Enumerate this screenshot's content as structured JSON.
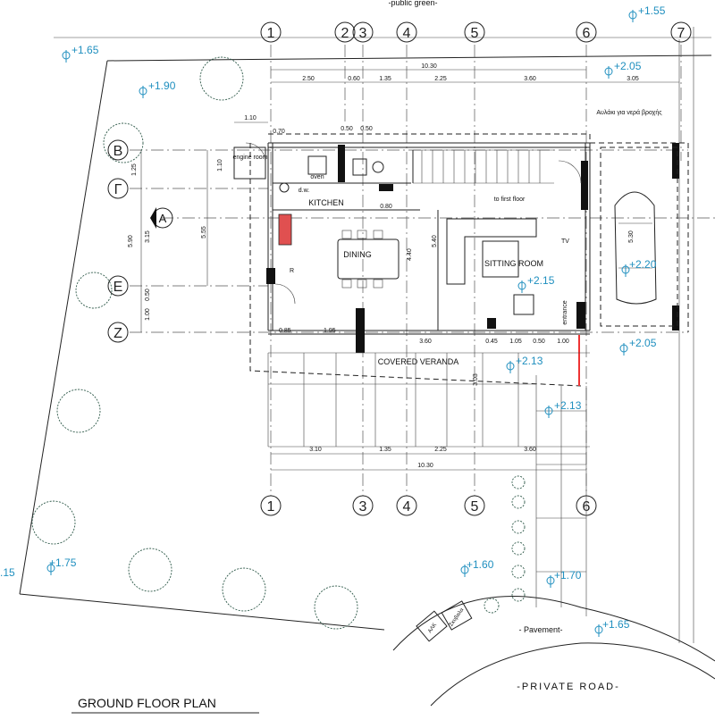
{
  "top_label": "-public green-",
  "title": "GROUND FLOOR PLAN",
  "road_label": "-PRIVATE ROAD-",
  "pavement_label": "- Pavement-",
  "grid_top": [
    "1",
    "2",
    "3",
    "4",
    "5",
    "6",
    "7"
  ],
  "grid_bottom": [
    "1",
    "3",
    "4",
    "5",
    "6"
  ],
  "grid_left": [
    "B",
    "Γ",
    "E",
    "Z"
  ],
  "section_marker": "A",
  "dims_top": {
    "total": "10.30",
    "segments": [
      "2.50",
      "0.60",
      "1.35",
      "2.25",
      "3.60",
      "3.05"
    ],
    "small_110": "1.10",
    "small_070": "0.70",
    "small_050a": "0.50",
    "small_050b": "0.50"
  },
  "dims_bottom": {
    "total": "10.30",
    "segments": [
      "3.10",
      "1.35",
      "2.25",
      "3.60"
    ]
  },
  "dims_left": {
    "d125": "1.25",
    "d110": "1.10",
    "d590": "5.90",
    "d315": "3.15",
    "d555": "5.55",
    "d050": "0.50",
    "d100": "1.00"
  },
  "dims_interior": {
    "d080": "0.80",
    "d440": "4.40",
    "d540": "5.40",
    "d530": "5.30",
    "d085": "0.85",
    "d195": "1.95",
    "d360": "3.60",
    "d045": "0.45",
    "d105": "1.05",
    "d050": "0.50",
    "d100": "1.00",
    "d303": "3.03"
  },
  "rooms": {
    "engine_room": "engine room",
    "kitchen": "KITCHEN",
    "dining": "DINING",
    "sitting": "SITTING ROOM",
    "veranda": "COVERED VERANDA",
    "to_first": "to first floor",
    "oven": "oven",
    "dw": "d.w.",
    "tv": "TV",
    "entrance": "entrance",
    "fridge": "R",
    "carport_note": "Αυλάκι για νερά βροχής"
  },
  "levels": [
    "+1.65",
    "+1.55",
    "+2.05",
    "+1.90",
    "+2.20",
    "+2.15",
    "+2.05",
    "+2.13",
    "+2.13",
    "+1.75",
    "+1.60",
    "+1.70",
    "+1.65",
    ".15"
  ],
  "signs": [
    "ΑΛΚ",
    "Σκυβαλα"
  ]
}
